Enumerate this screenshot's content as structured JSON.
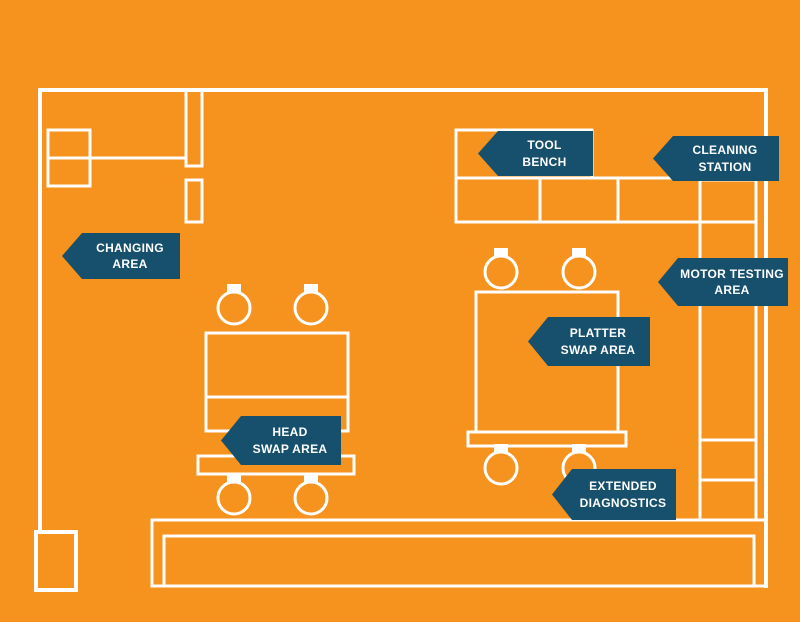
{
  "palette": {
    "background": "#F6921E",
    "label_bg": "#17506C",
    "label_text": "#FFFFFF",
    "line": "#FFFFFF"
  },
  "labels": [
    {
      "id": "tool-bench",
      "line1": "TOOL",
      "line2": "BENCH"
    },
    {
      "id": "cleaning-station",
      "line1": "CLEANING",
      "line2": "STATION"
    },
    {
      "id": "changing-area",
      "line1": "CHANGING",
      "line2": "AREA"
    },
    {
      "id": "motor-testing-area",
      "line1": "MOTOR TESTING",
      "line2": "AREA"
    },
    {
      "id": "platter-swap-area",
      "line1": "PLATTER",
      "line2": "SWAP AREA"
    },
    {
      "id": "head-swap-area",
      "line1": "HEAD",
      "line2": "SWAP AREA"
    },
    {
      "id": "extended-diagnostics",
      "line1": "EXTENDED",
      "line2": "DIAGNOSTICS"
    }
  ]
}
